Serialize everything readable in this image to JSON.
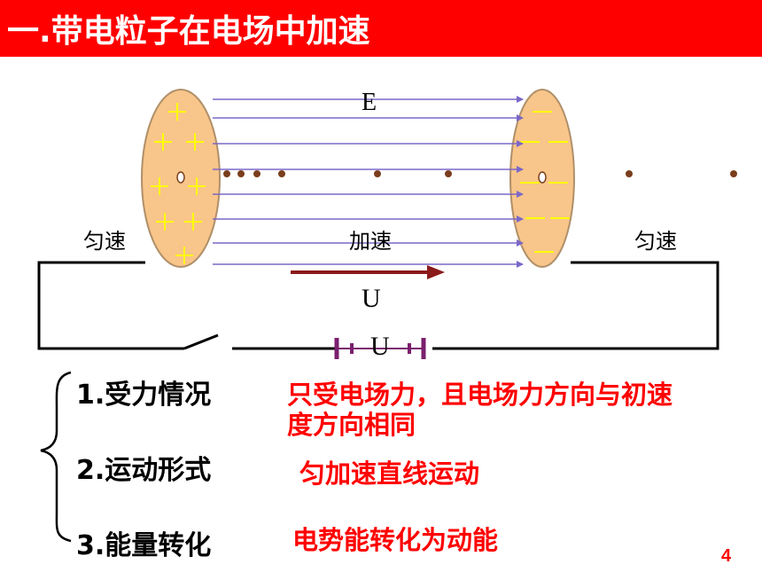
{
  "title": "一.带电粒子在电场中加速",
  "diagram": {
    "field_label": "E",
    "region_left": "匀速",
    "region_middle": "加速",
    "region_right": "匀速",
    "voltage_label": "U",
    "battery_label": "U",
    "left_plate_charge": "+",
    "right_plate_charge": "−"
  },
  "items": [
    {
      "label": "1.受力情况",
      "answer_lines": [
        "只受电场力，且电场力方向与初速",
        "度方向相同"
      ]
    },
    {
      "label": "2.运动形式",
      "answer_lines": [
        "匀加速直线运动"
      ]
    },
    {
      "label": "3.能量转化",
      "answer_lines": [
        "电势能转化为动能"
      ]
    }
  ],
  "colors": {
    "title_bg": "#ff0000",
    "answer_text": "#ff0000",
    "plate_fill": "#f8c58a",
    "field_line": "#7b68c8",
    "arrow": "#8b1a1a",
    "particle": "#7a3e1c",
    "plus_sign": "#ffff00",
    "minus_sign": "#ffff00"
  },
  "page_number": "4"
}
